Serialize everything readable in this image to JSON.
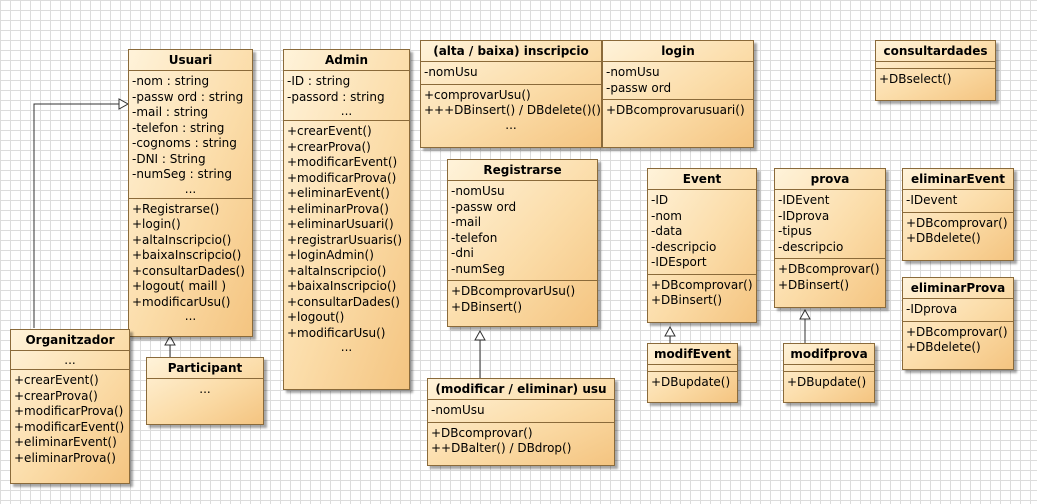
{
  "classes": {
    "usuari": {
      "name": "Usuari",
      "attributes": [
        "-nom : string",
        "-passw ord : string",
        "-mail : string",
        "-telefon : string",
        "-cognoms : string",
        "-DNI : String",
        "-numSeg : string"
      ],
      "operations": [
        "+Registrarse()",
        "+login()",
        "+altaInscripcio()",
        "+baixaInscripcio()",
        "+consultarDades()",
        "+logout( maill )",
        "+modificarUsu()"
      ]
    },
    "admin": {
      "name": "Admin",
      "attributes": [
        "-ID : string",
        "-passord : string"
      ],
      "operations": [
        "+crearEvent()",
        "+crearProva()",
        "+modificarEvent()",
        "+modificarProva()",
        "+eliminarEvent()",
        "+eliminarProva()",
        "+eliminarUsuari()",
        "+registrarUsuaris()",
        "+loginAdmin()",
        "+altaInscripcio()",
        "+baixaInscripcio()",
        "+consultarDades()",
        "+logout()",
        "+modificarUsu()"
      ]
    },
    "inscripcio": {
      "name": "(alta / baixa) inscripcio",
      "attributes": [
        "-nomUsu"
      ],
      "operations": [
        "+comprovarUsu()",
        "+++DBinsert() / DBdelete()()"
      ]
    },
    "login": {
      "name": "login",
      "attributes": [
        "-nomUsu",
        "-passw ord"
      ],
      "operations": [
        "+DBcomprovarusuari()"
      ]
    },
    "consultardades": {
      "name": "consultardades",
      "operations": [
        "+DBselect()"
      ]
    },
    "registrarse": {
      "name": "Registrarse",
      "attributes": [
        "-nomUsu",
        "-passw ord",
        "-mail",
        "-telefon",
        "-dni",
        "-numSeg"
      ],
      "operations": [
        "+DBcomprovarUsu()",
        "+DBinsert()"
      ]
    },
    "event": {
      "name": "Event",
      "attributes": [
        "-ID",
        "-nom",
        "-data",
        "-descripcio",
        "-IDEsport"
      ],
      "operations": [
        "+DBcomprovar()",
        "+DBinsert()"
      ]
    },
    "prova": {
      "name": "prova",
      "attributes": [
        "-IDEvent",
        "-IDprova",
        "-tipus",
        "-descripcio"
      ],
      "operations": [
        "+DBcomprovar()",
        "+DBinsert()"
      ]
    },
    "eliminarEvent": {
      "name": "eliminarEvent",
      "attributes": [
        "-IDevent"
      ],
      "operations": [
        "+DBcomprovar()",
        "+DBdelete()"
      ]
    },
    "eliminarProva": {
      "name": "eliminarProva",
      "attributes": [
        "-IDprova"
      ],
      "operations": [
        "+DBcomprovar()",
        "+DBdelete()"
      ]
    },
    "organitzador": {
      "name": "Organitzador",
      "operations": [
        "+crearEvent()",
        "+crearProva()",
        "+modificarProva()",
        "+modificarEvent()",
        "+eliminarEvent()",
        "+eliminarProva()"
      ]
    },
    "participant": {
      "name": "Participant"
    },
    "modificarUsu": {
      "name": "(modificar / eliminar) usu",
      "attributes": [
        "-nomUsu"
      ],
      "operations": [
        "+DBcomprovar()",
        "++DBalter() / DBdrop()"
      ]
    },
    "modifEvent": {
      "name": "modifEvent",
      "operations": [
        "+DBupdate()"
      ]
    },
    "modifprova": {
      "name": "modifprova",
      "operations": [
        "+DBupdate()"
      ]
    }
  },
  "ellipsis": "..."
}
